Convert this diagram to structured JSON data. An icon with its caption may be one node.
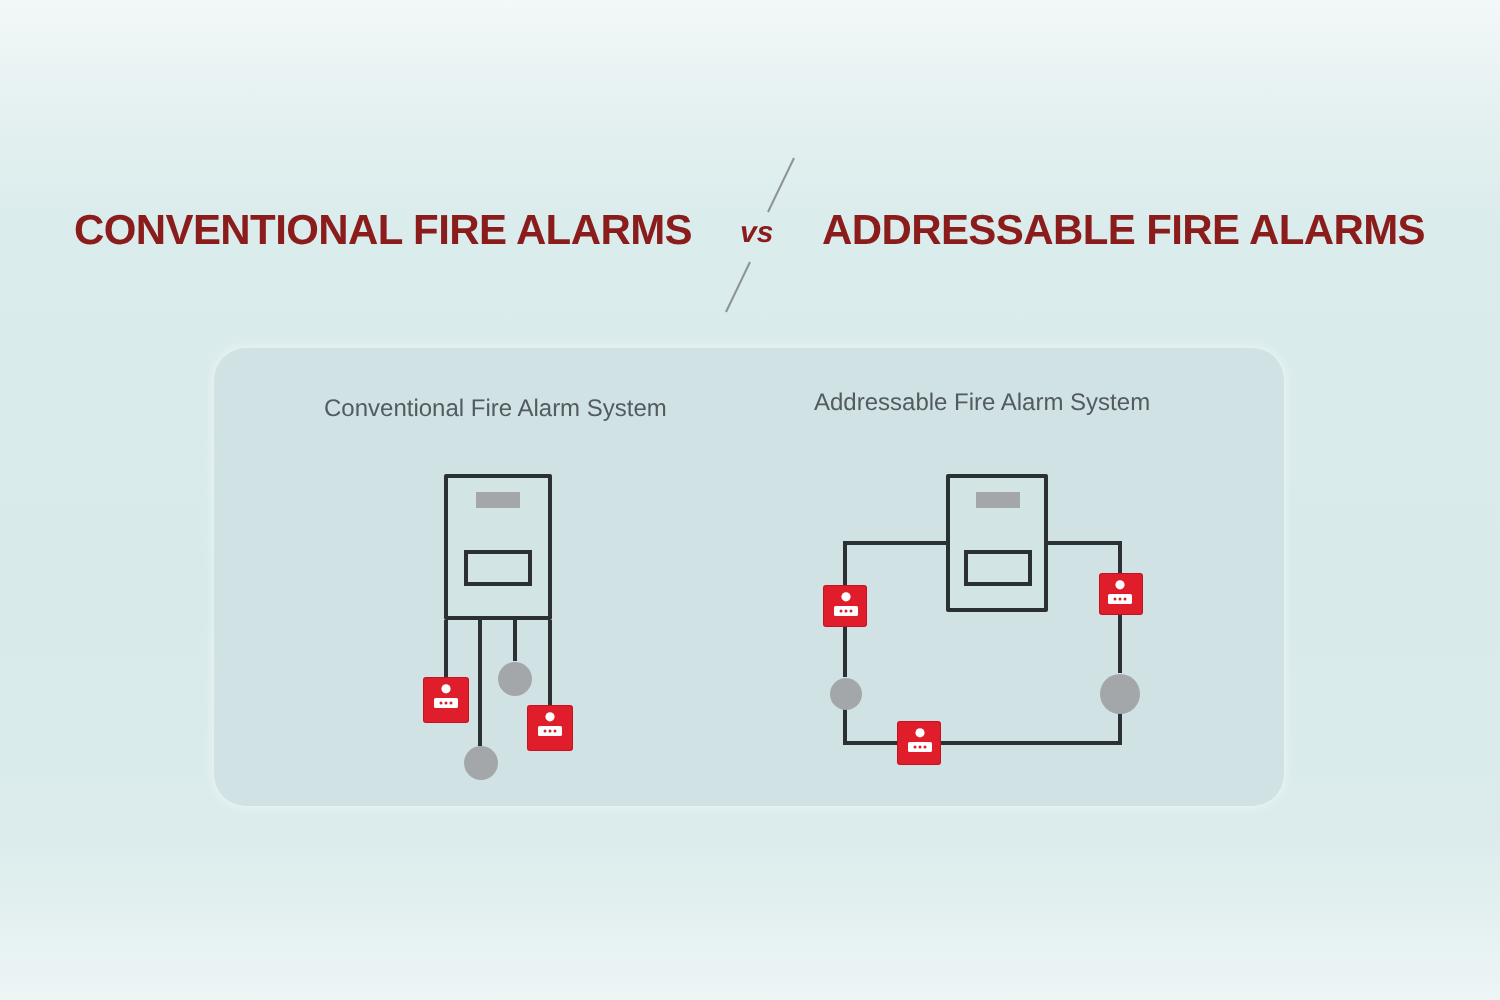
{
  "diagram": {
    "nodes": [
      {
        "text": [
          "Conventional Fire Alarm System",
          "Addressable Fire Alarm System"
        ]
      },
      {
        "text": [],
        "shape": "box",
        "in": 0
      },
      {
        "text": [],
        "shape": "box",
        "in": 0
      },
      {
        "text": [],
        "shape": "circle",
        "in": 0
      },
      {
        "text": [],
        "shape": "circle",
        "in": 0
      },
      {
        "text": [],
        "shape": "box",
        "in": 0
      },
      {
        "text": [],
        "shape": "box",
        "in": 0
      },
      {
        "text": [],
        "shape": "box",
        "in": 0
      },
      {
        "text": [],
        "shape": "circle",
        "in": 0
      },
      {
        "text": [],
        "shape": "box",
        "in": 0
      },
      {
        "text": [],
        "shape": "circle",
        "in": 0
      },
      {
        "text": [],
        "shape": "box",
        "in": 0
      }
    ],
    "edges": [
      {
        "from": 1,
        "to": 2,
        "arrow": "none"
      },
      {
        "from": 1,
        "to": 3,
        "arrow": "none"
      },
      {
        "from": 1,
        "to": 4,
        "arrow": "none"
      },
      {
        "from": 1,
        "to": 5,
        "arrow": "none"
      },
      {
        "from": 6,
        "to": 7,
        "arrow": "none"
      },
      {
        "from": 7,
        "to": 8,
        "arrow": "none"
      },
      {
        "from": 8,
        "to": 9,
        "arrow": "none"
      },
      {
        "from": 9,
        "to": 10,
        "arrow": "none"
      },
      {
        "from": 10,
        "to": 11,
        "arrow": "none"
      },
      {
        "from": 11,
        "to": 6,
        "arrow": "none"
      }
    ],
    "labels": [
      "CONVENTIONAL FIRE ALARMS",
      "vs",
      "ADDRESSABLE FIRE ALARMS"
    ]
  }
}
